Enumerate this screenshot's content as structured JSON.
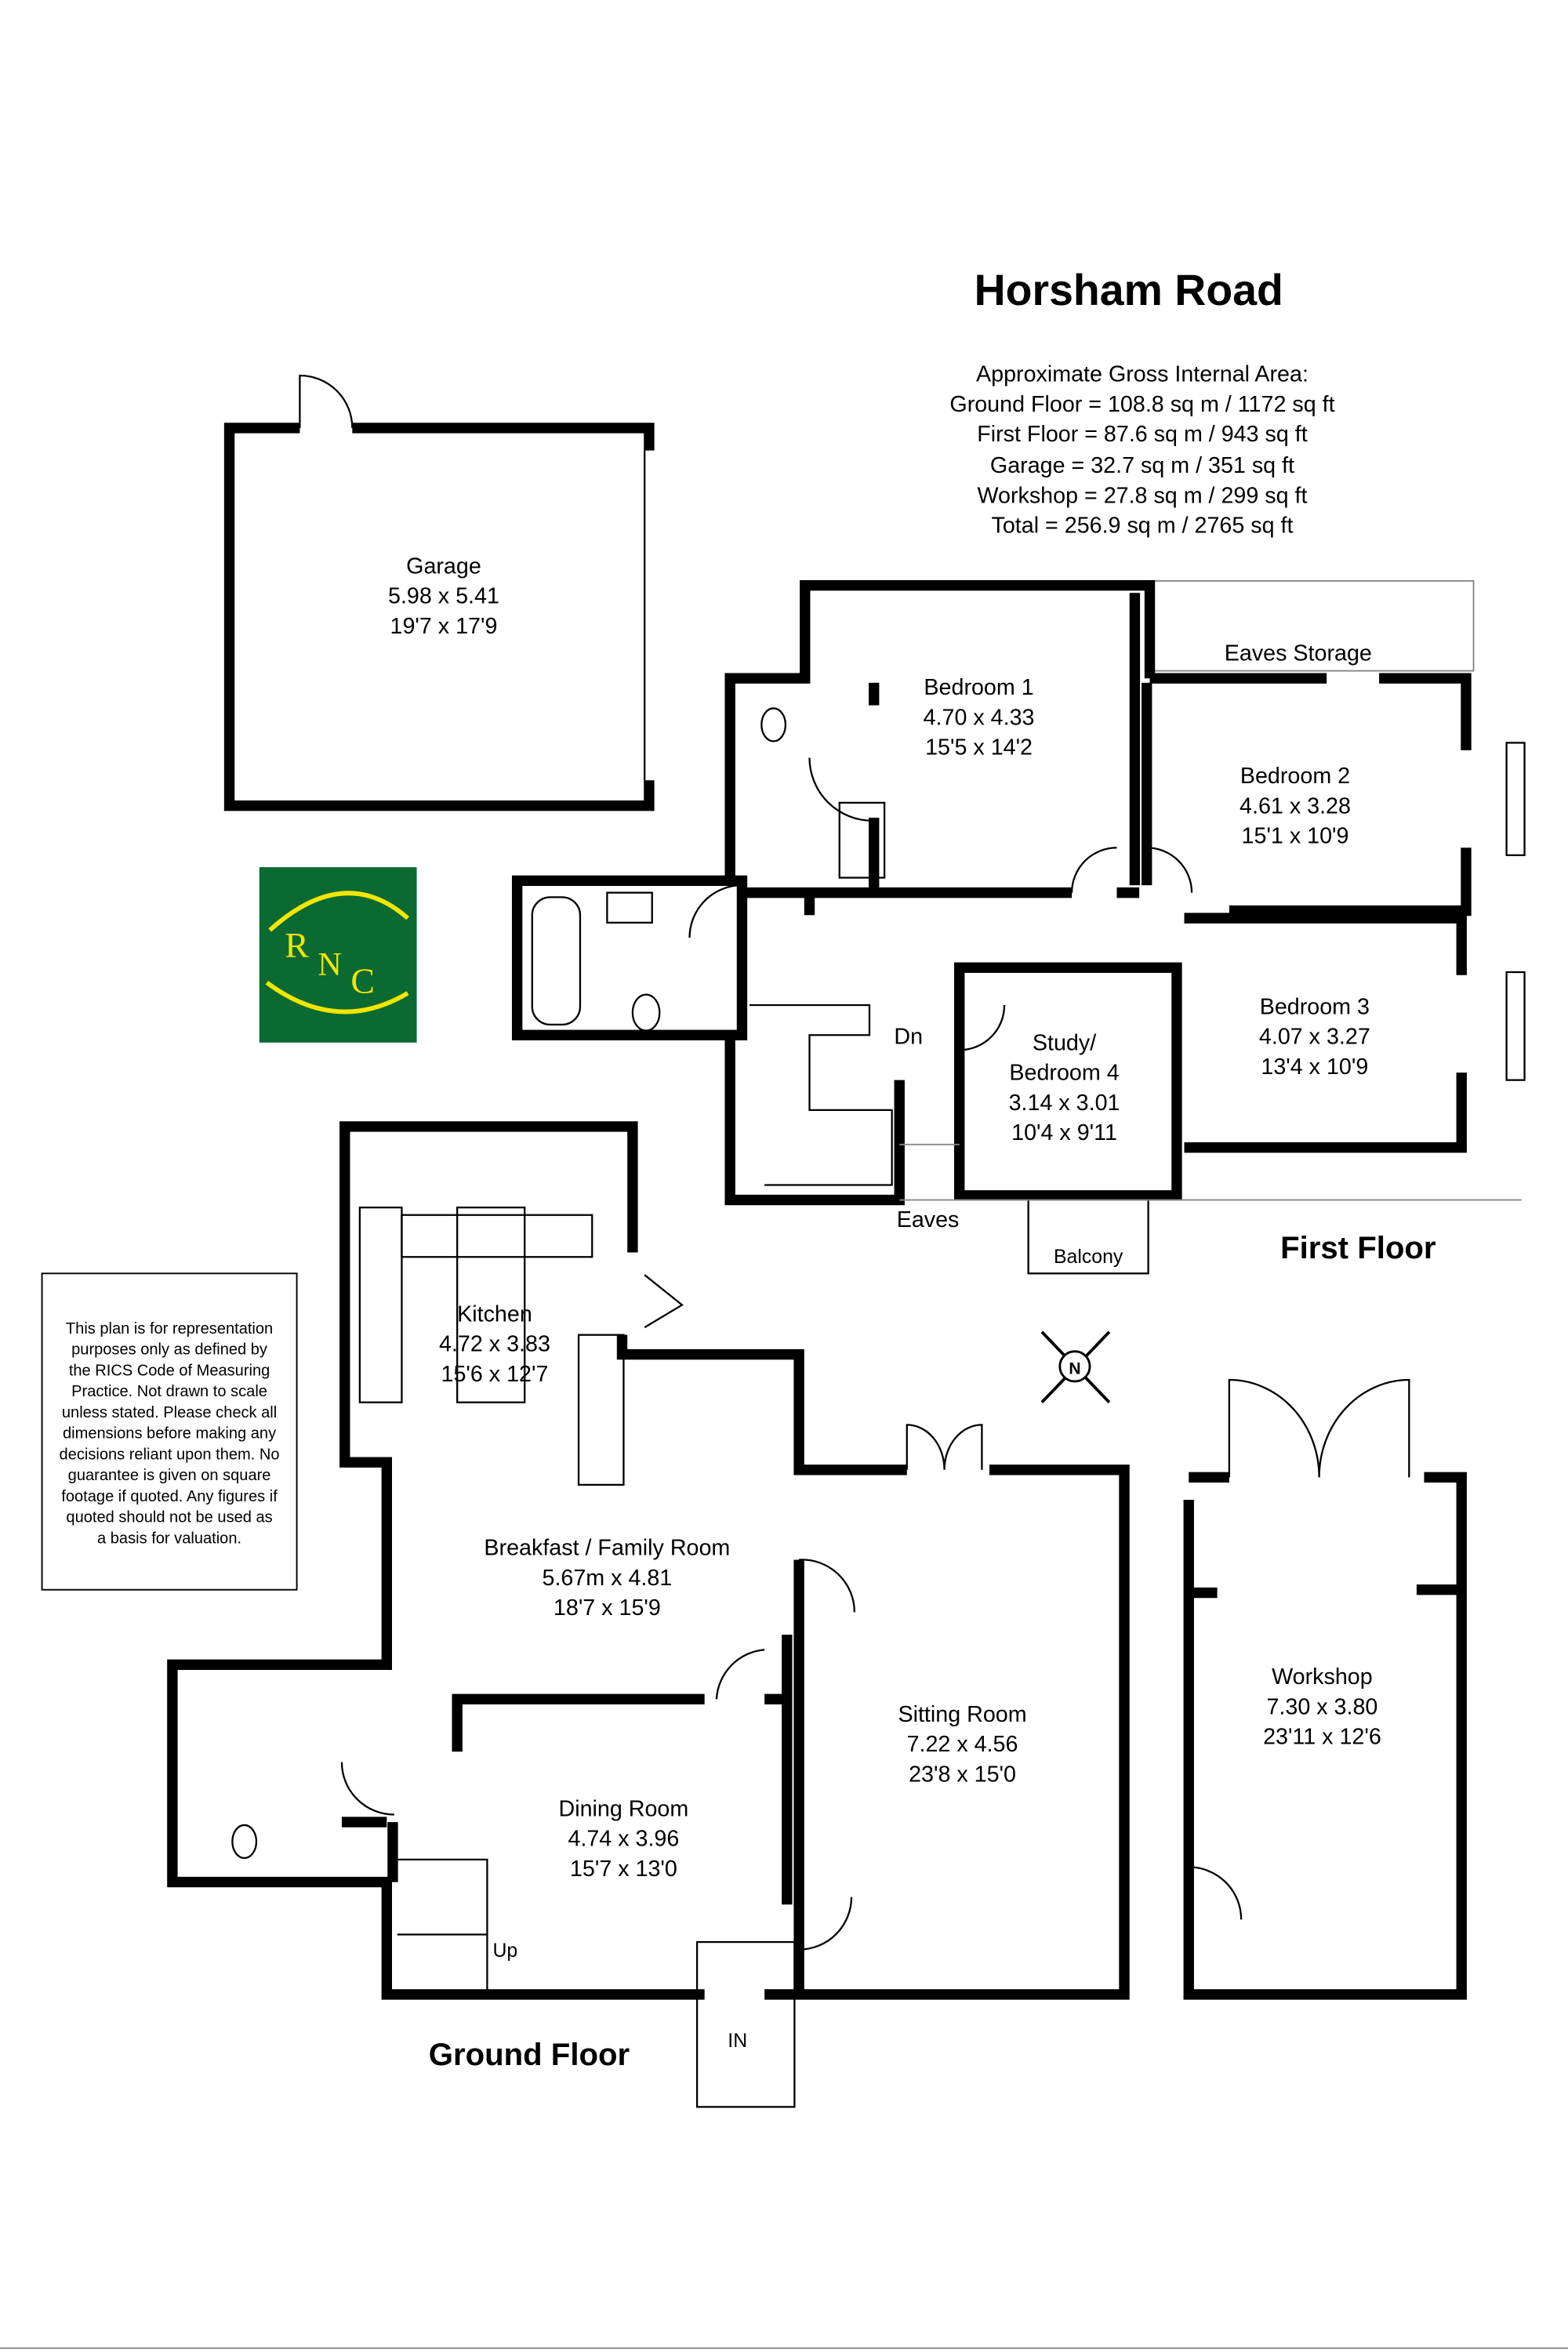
{
  "title": "Horsham Road",
  "area_summary": {
    "heading": "Approximate Gross Internal Area:",
    "lines": [
      "Ground Floor = 108.8 sq m / 1172 sq ft",
      "First Floor = 87.6 sq m /  943 sq ft",
      "Garage = 32.7 sq m / 351 sq ft",
      "Workshop = 27.8 sq m / 299 sq ft",
      "Total = 256.9 sq m / 2765 sq ft"
    ]
  },
  "floors": {
    "first": "First Floor",
    "ground": "Ground Floor"
  },
  "rooms": {
    "garage": {
      "name": "Garage",
      "metric": "5.98 x 5.41",
      "imperial": "19'7 x 17'9"
    },
    "bedroom1": {
      "name": "Bedroom 1",
      "metric": "4.70 x 4.33",
      "imperial": "15'5 x 14'2"
    },
    "bedroom2": {
      "name": "Bedroom 2",
      "metric": "4.61 x 3.28",
      "imperial": "15'1 x 10'9"
    },
    "bedroom3": {
      "name": "Bedroom 3",
      "metric": "4.07 x 3.27",
      "imperial": "13'4 x 10'9"
    },
    "study": {
      "name1": "Study/",
      "name2": "Bedroom 4",
      "metric": "3.14 x 3.01",
      "imperial": "10'4 x 9'11"
    },
    "kitchen": {
      "name": "Kitchen",
      "metric": "4.72 x 3.83",
      "imperial": "15'6 x 12'7"
    },
    "breakfast": {
      "name": "Breakfast / Family Room",
      "metric": "5.67m x 4.81",
      "imperial": "18'7 x 15'9"
    },
    "dining": {
      "name": "Dining Room",
      "metric": "4.74 x 3.96",
      "imperial": "15'7 x 13'0"
    },
    "sitting": {
      "name": "Sitting Room",
      "metric": "7.22 x 4.56",
      "imperial": "23'8 x 15'0"
    },
    "workshop": {
      "name": "Workshop",
      "metric": "7.30 x 3.80",
      "imperial": "23'11 x 12'6"
    }
  },
  "annotations": {
    "eaves_storage": "Eaves Storage",
    "eaves": "Eaves",
    "balcony": "Balcony",
    "dn": "Dn",
    "up": "Up",
    "in": "IN",
    "compass": "N"
  },
  "logo": {
    "text": "RNC",
    "background": "#0b6a32",
    "accent": "#f2e600"
  },
  "disclaimer": [
    "This plan is for representation",
    "purposes only as defined by",
    "the RICS Code of Measuring",
    "Practice. Not drawn to scale",
    "unless stated. Please check all",
    "dimensions before making any",
    "decisions reliant upon them. No",
    "guarantee is given on square",
    "footage if quoted. Any figures if",
    "quoted should not be used as",
    "a basis for valuation."
  ]
}
